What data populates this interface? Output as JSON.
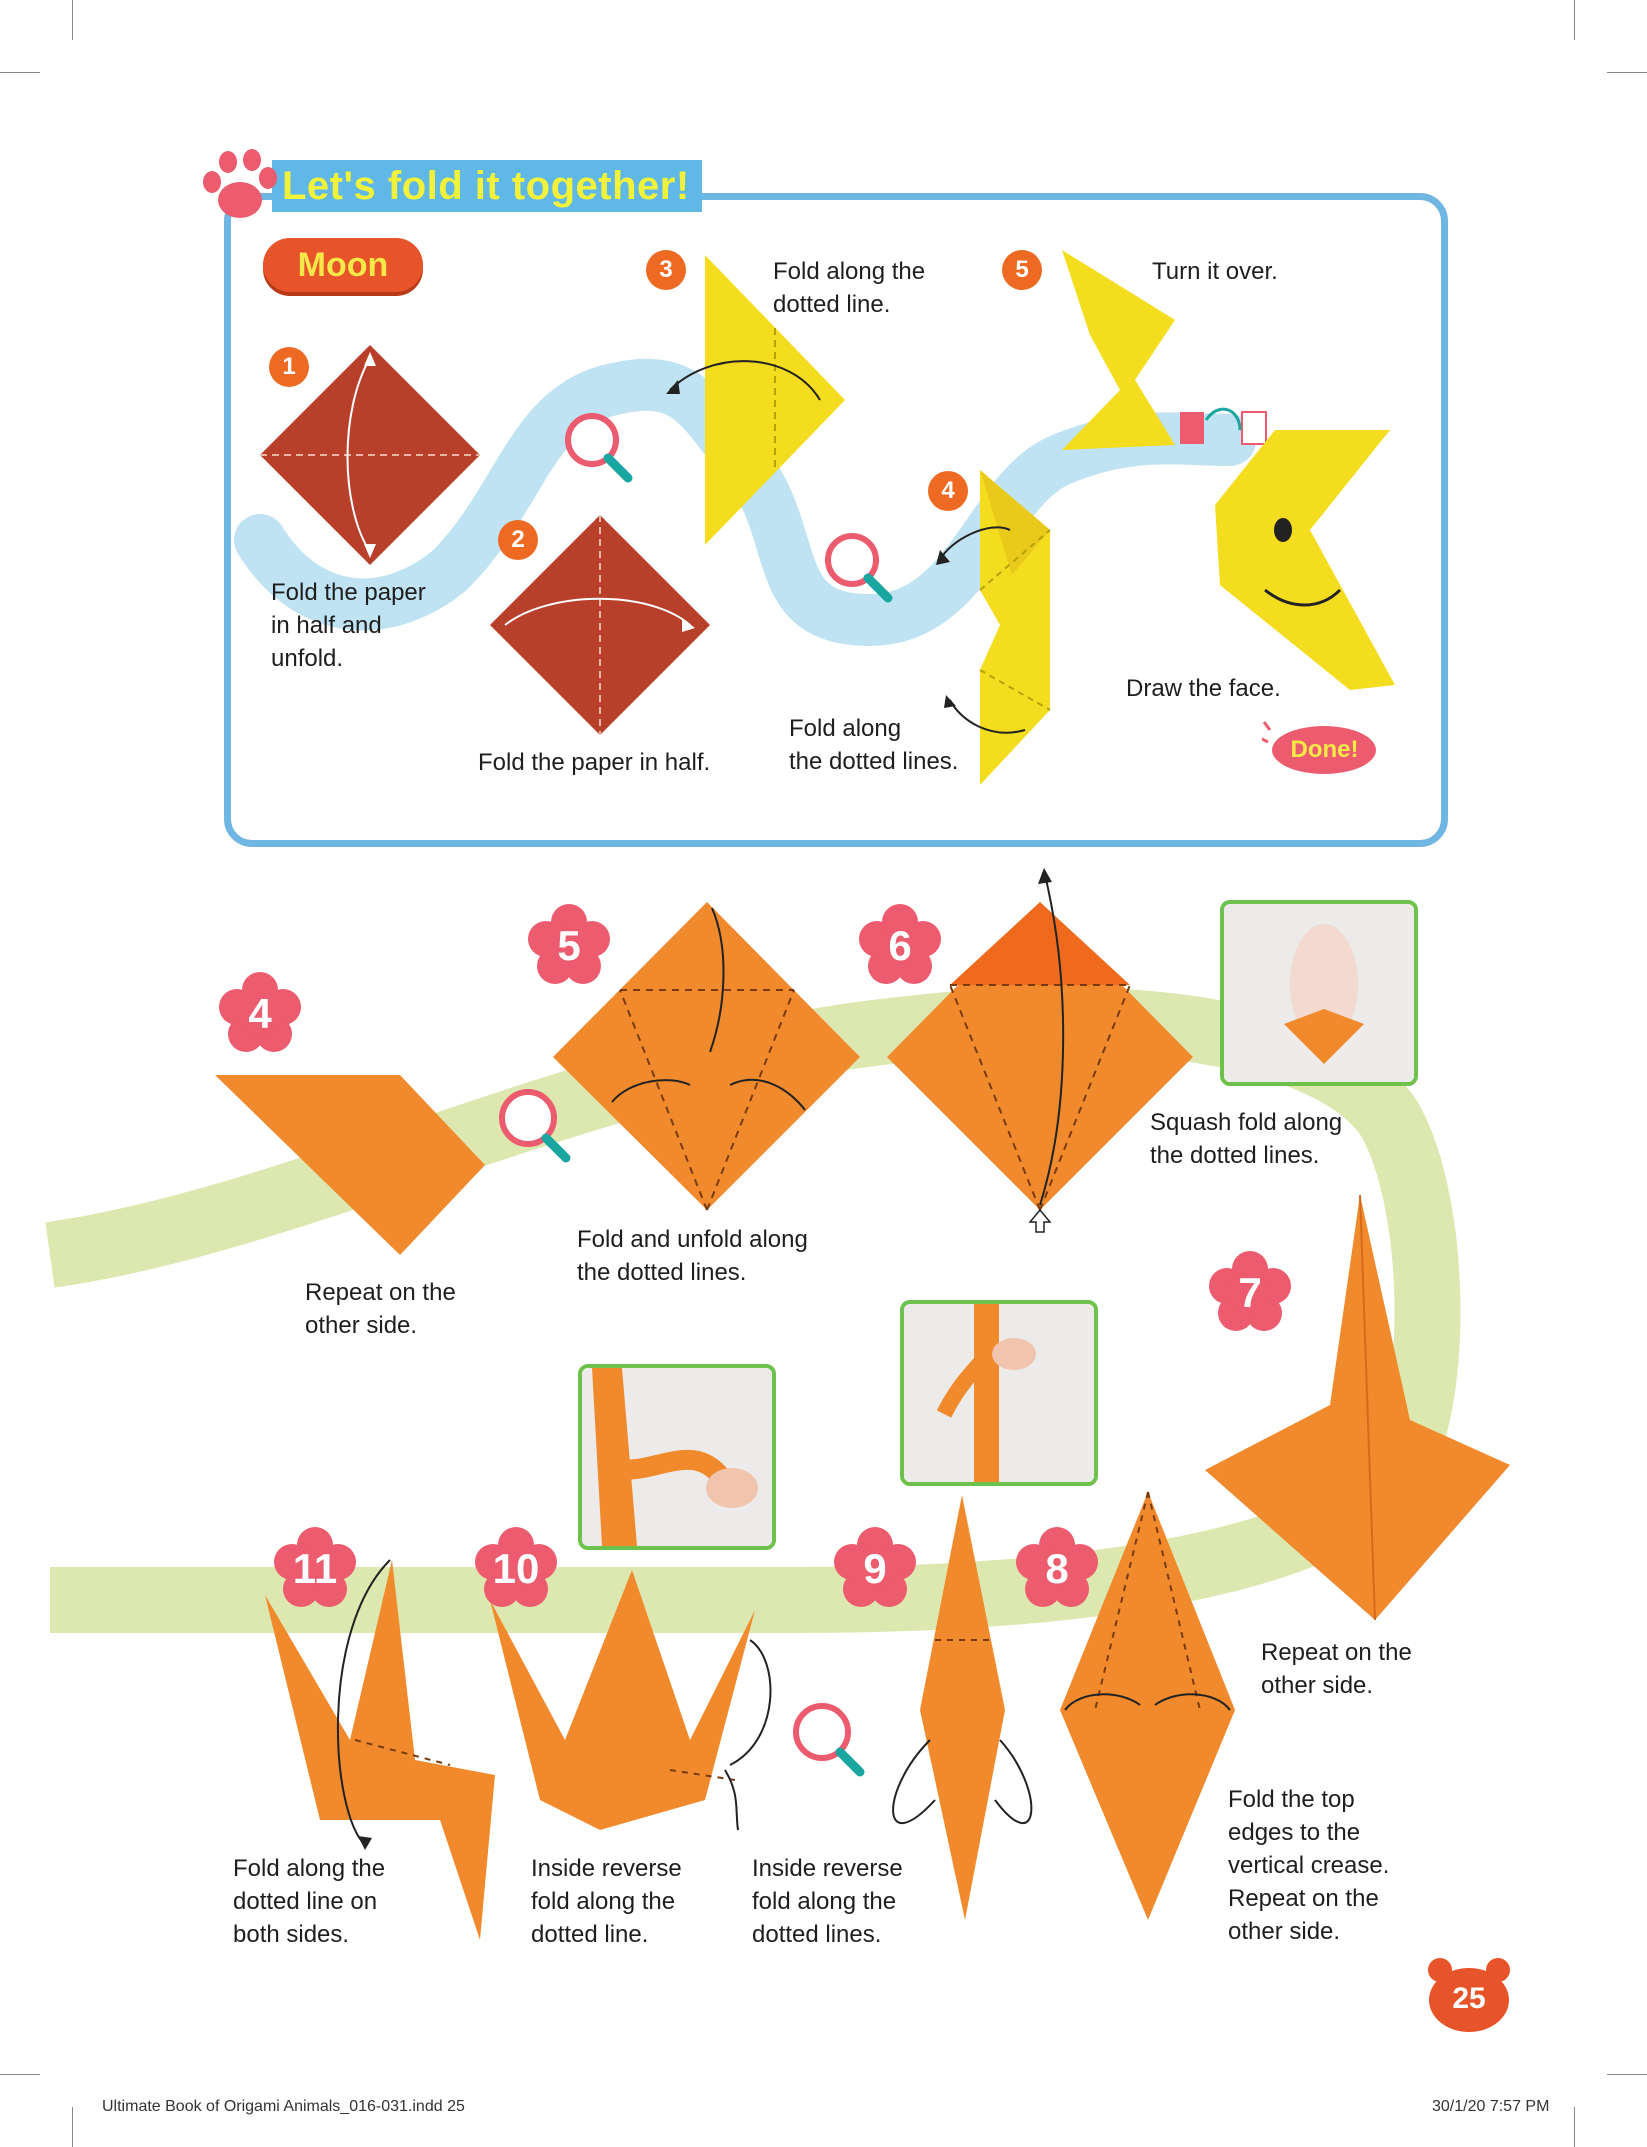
{
  "header": {
    "banner_title": "Let's fold it together!"
  },
  "moon": {
    "title": "Moon",
    "steps": [
      {
        "num": "1",
        "text": "Fold the paper\nin half and\nunfold."
      },
      {
        "num": "2",
        "text": "Fold the paper in half."
      },
      {
        "num": "3",
        "text": "Fold along the\ndotted line."
      },
      {
        "num": "4",
        "text": "Fold along\nthe dotted lines."
      },
      {
        "num": "5",
        "text": "Turn it over."
      }
    ],
    "draw_face": "Draw the face.",
    "done": "Done!"
  },
  "crane": {
    "steps": [
      {
        "num": "4",
        "text": "Repeat on the\nother side."
      },
      {
        "num": "5",
        "text": "Fold and unfold along\nthe dotted lines."
      },
      {
        "num": "6",
        "text": "Squash fold along\nthe dotted lines."
      },
      {
        "num": "7",
        "text": "Repeat on the\nother side."
      },
      {
        "num": "8",
        "text": "Fold the top\nedges to the\nvertical crease.\nRepeat on the\nother side."
      },
      {
        "num": "9",
        "text": "Inside reverse\nfold along the\ndotted lines."
      },
      {
        "num": "10",
        "text": "Inside reverse\nfold along the\ndotted line."
      },
      {
        "num": "11",
        "text": "Fold along the\ndotted line on\nboth sides."
      }
    ]
  },
  "page_number": "25",
  "footer": {
    "file": "Ultimate Book of Origami Animals_016-031.indd   25",
    "datetime": "30/1/20   7:57 PM"
  },
  "colors": {
    "orange": "#f08a2c",
    "brown": "#b8402a",
    "yellow": "#f3dd1e",
    "light_blue": "#bfe3f2",
    "path_green": "#dde8b0",
    "pink": "#ec5b6e"
  }
}
